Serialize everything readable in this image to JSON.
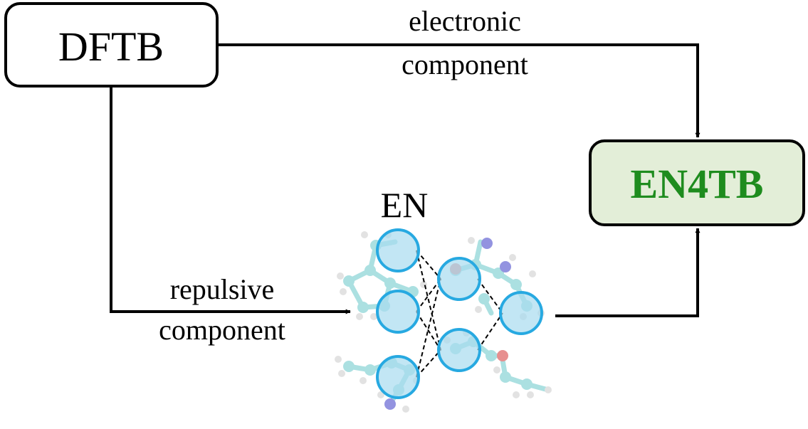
{
  "nodes": {
    "dftb": {
      "label": "DFTB"
    },
    "en4tb": {
      "label": "EN4TB"
    },
    "en": {
      "label": "EN"
    }
  },
  "edges": {
    "electronic": {
      "line1": "electronic",
      "line2": "component"
    },
    "repulsive": {
      "line1": "repulsive",
      "line2": "component"
    }
  },
  "colors": {
    "stroke": "#000000",
    "en4tb_fill": "#e3eed8",
    "en4tb_text": "#1e8c1e",
    "neuron_stroke": "#27a9e1",
    "neuron_fill": "#a8dcf0",
    "atom_carbon": "#8fd6d8",
    "atom_hydrogen": "#d9d9d9",
    "atom_nitrogen": "#6f6fd6",
    "atom_oxygen": "#e06a6a"
  }
}
